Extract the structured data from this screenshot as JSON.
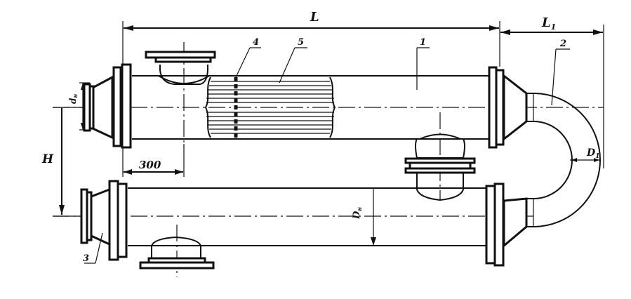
{
  "dimensions": {
    "L": "L",
    "L1": "L",
    "L1_sub": "1",
    "H": "H",
    "dH": "d",
    "dH_sub": "н",
    "D1": "D",
    "D1_sub": "1",
    "Dn": "D",
    "Dn_sub": "н",
    "length_300": "300"
  },
  "callouts": {
    "c1": "1",
    "c2": "2",
    "c3": "3",
    "c4": "4",
    "c5": "5"
  },
  "colors": {
    "ink": "#111111",
    "paper": "#ffffff"
  }
}
